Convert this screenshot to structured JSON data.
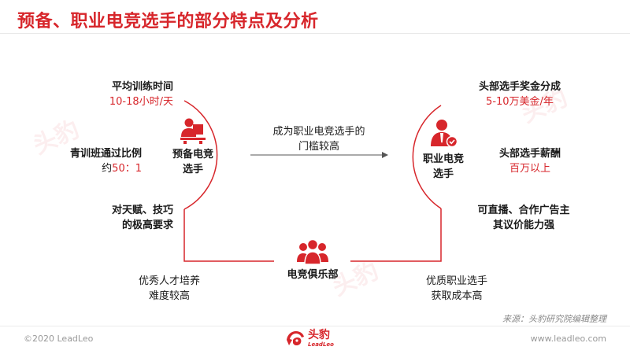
{
  "title": "预备、职业电竞选手的部分特点及分析",
  "watermark": "头豹",
  "center_arrow_label": [
    "成为职业电竞选手的",
    "门槛较高"
  ],
  "nodes": {
    "prep": [
      "预备电竞",
      "选手"
    ],
    "pro": [
      "职业电竞",
      "选手"
    ],
    "club": "电竞俱乐部"
  },
  "left_annotations": {
    "training": {
      "heading": "平均训练时间",
      "value": "10-18小时/天"
    },
    "ratio": {
      "heading": "青训班通过比例",
      "value_prefix": "约",
      "value": "50：1"
    },
    "talent": [
      "对天赋、技巧",
      "的极高要求"
    ]
  },
  "right_annotations": {
    "bonus": {
      "heading": "头部选手奖金分成",
      "value": "5-10万美金/年"
    },
    "salary": {
      "heading": "头部选手薪酬",
      "value": "百万以上"
    },
    "commerce": [
      "可直播、合作广告主",
      "其议价能力强"
    ]
  },
  "bottom_annotations": {
    "left": [
      "优秀人才培养",
      "难度较高"
    ],
    "right": [
      "优质职业选手",
      "获取成本高"
    ]
  },
  "source": "来源：头豹研究院编辑整理",
  "footer": {
    "copyright": "©2020 LeadLeo",
    "site": "www.leadleo.com",
    "logo_cn": "头豹",
    "logo_en": "LeadLeo"
  },
  "colors": {
    "accent": "#d7262b",
    "text": "#1a1a1a",
    "muted": "#999999"
  }
}
